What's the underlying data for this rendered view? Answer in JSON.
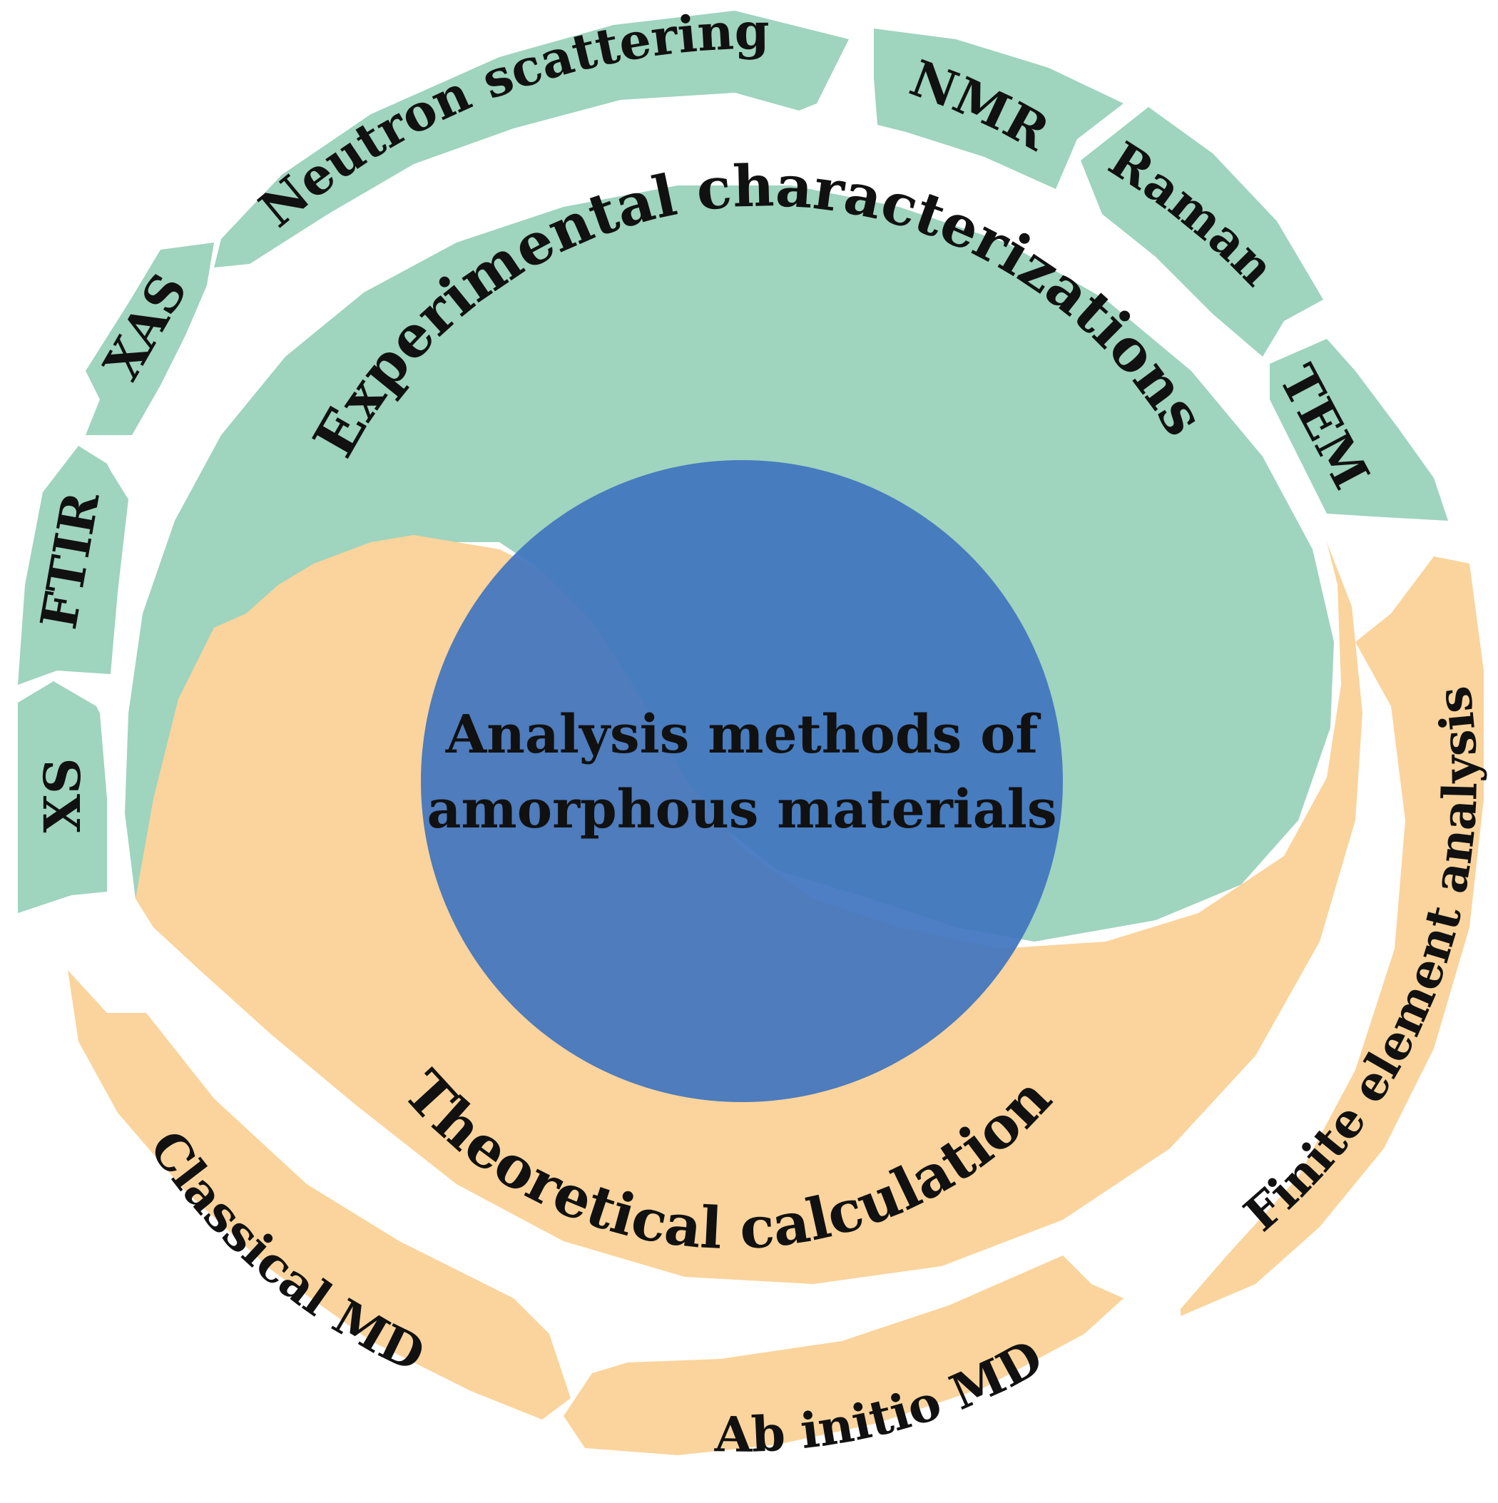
{
  "center": {
    "title_line1": "Analysis methods of",
    "title_line2": "amorphous materials",
    "color": "#3F74BF"
  },
  "experimental": {
    "label": "Experimental characterizations",
    "color": "#9FD4BE",
    "methods": [
      {
        "key": "xs",
        "label": "XS"
      },
      {
        "key": "ftir",
        "label": "FTIR"
      },
      {
        "key": "xas",
        "label": "XAS"
      },
      {
        "key": "neutron",
        "label": "Neutron scattering"
      },
      {
        "key": "nmr",
        "label": "NMR"
      },
      {
        "key": "raman",
        "label": "Raman"
      },
      {
        "key": "tem",
        "label": "TEM"
      }
    ]
  },
  "theoretical": {
    "label": "Theoretical calculation",
    "color": "#FAD49C",
    "methods": [
      {
        "key": "classical",
        "label": "Classical MD"
      },
      {
        "key": "abinitio",
        "label": "Ab initio MD"
      },
      {
        "key": "fea",
        "label": "Finite element analysis"
      }
    ]
  }
}
